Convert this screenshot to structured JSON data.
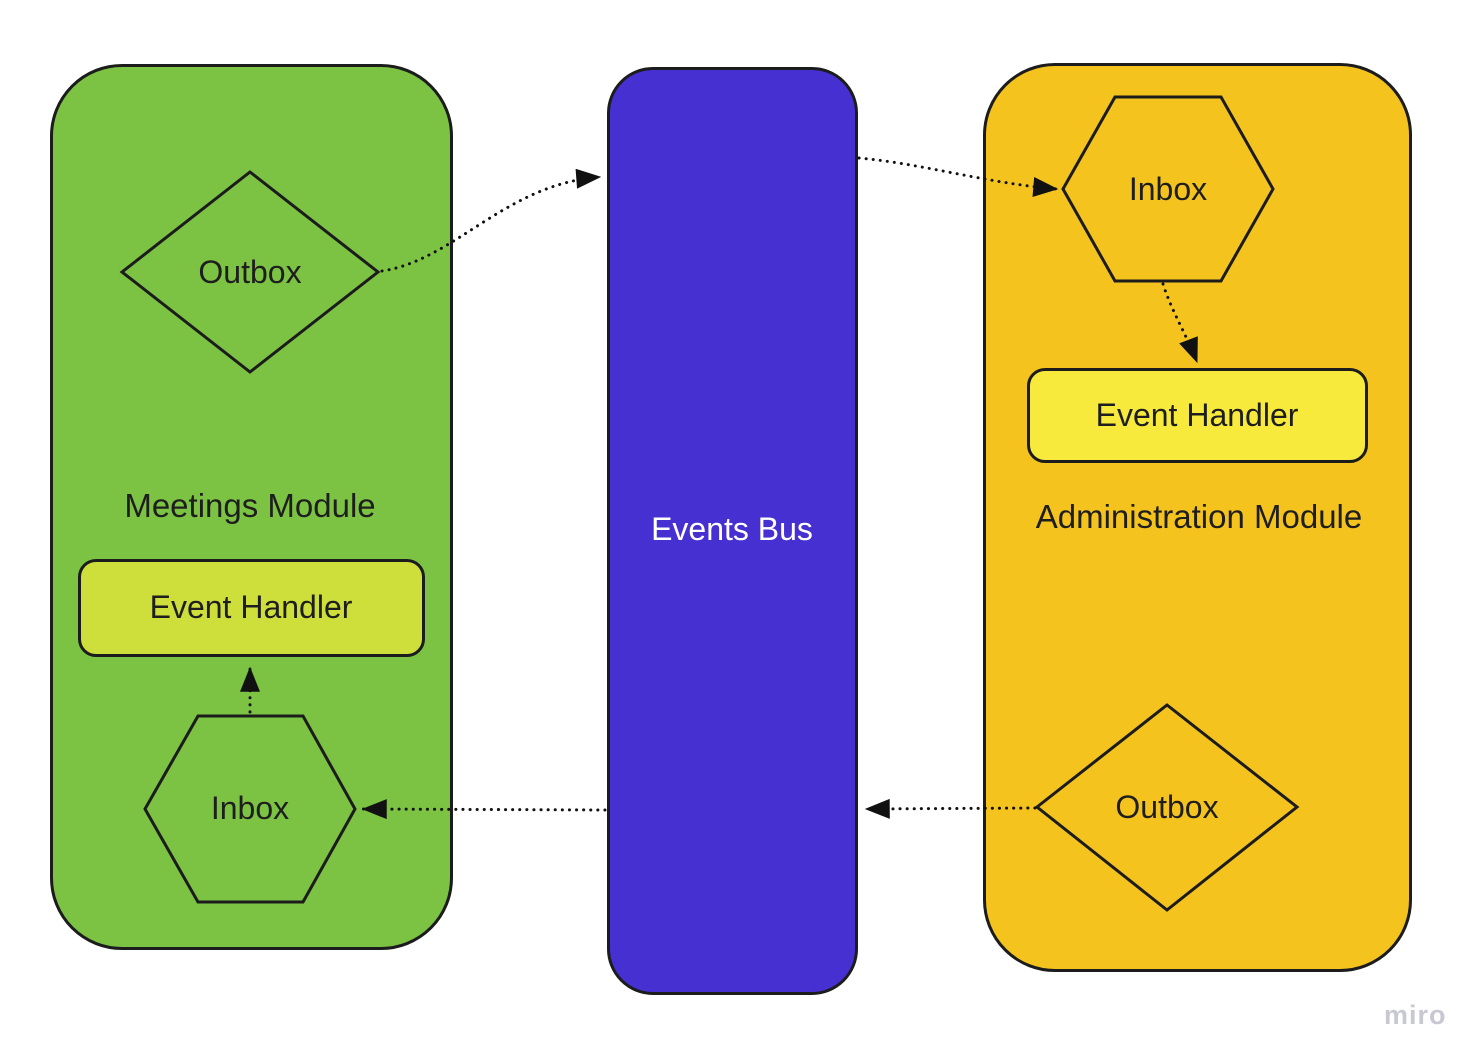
{
  "meetings_module": {
    "label": "Meetings Module",
    "outbox_label": "Outbox",
    "inbox_label": "Inbox",
    "event_handler_label": "Event Handler"
  },
  "events_bus": {
    "label": "Events Bus"
  },
  "administration_module": {
    "label": "Administration Module",
    "inbox_label": "Inbox",
    "event_handler_label": "Event Handler",
    "outbox_label": "Outbox"
  },
  "watermark": {
    "label": "miro"
  },
  "colors": {
    "meetings_module_fill": "#7cc344",
    "events_bus_fill": "#4630d2",
    "administration_module_fill": "#f5c31e",
    "meetings_event_handler_fill": "#cedf3c",
    "administration_event_handler_fill": "#f8ea3c",
    "shape_outline": "#1c1c1c",
    "label_text": "#1e1e1e",
    "events_bus_text": "#ffffff",
    "watermark_text": "#c7c8d1"
  }
}
